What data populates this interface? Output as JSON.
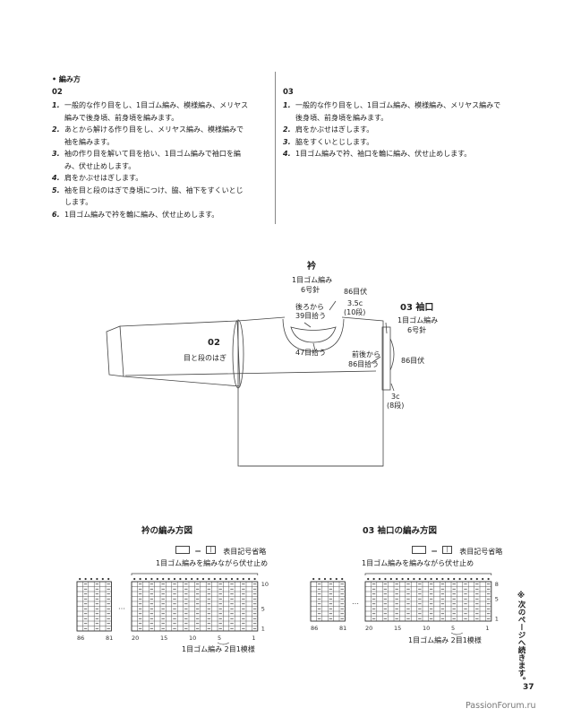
{
  "instructions": {
    "heading": "• 編み方",
    "col02": {
      "title": "02",
      "steps": [
        {
          "n": "1.",
          "lines": [
            "一般的な作り目をし、1目ゴム編み、模様編み、メリヤス",
            "編みで後身頃、前身頃を編みます。"
          ]
        },
        {
          "n": "2.",
          "lines": [
            "あとから解ける作り目をし、メリヤス編み、模様編みで",
            "袖を編みます。"
          ]
        },
        {
          "n": "3.",
          "lines": [
            "袖の作り目を解いて目を拾い、1目ゴム編みで袖口を編",
            "み、伏せ止めします。"
          ]
        },
        {
          "n": "4.",
          "lines": [
            "肩をかぶせはぎします。"
          ]
        },
        {
          "n": "5.",
          "lines": [
            "袖を目と段のはぎで身頃につけ、脇、袖下をすくいとじ",
            "します。"
          ]
        },
        {
          "n": "6.",
          "lines": [
            "1目ゴム編みで衿を輪に編み、伏せ止めします。"
          ]
        }
      ]
    },
    "col03": {
      "title": "03",
      "steps": [
        {
          "n": "1.",
          "lines": [
            "一般的な作り目をし、1目ゴム編み、模様編み、メリヤス編みで",
            "後身頃、前身頃を編みます。"
          ]
        },
        {
          "n": "2.",
          "lines": [
            "肩をかぶせはぎします。"
          ]
        },
        {
          "n": "3.",
          "lines": [
            "脇をすくいとじします。"
          ]
        },
        {
          "n": "4.",
          "lines": [
            "1目ゴム編みで衿、袖口を輪に編み、伏せ止めします。"
          ]
        }
      ]
    }
  },
  "diagram": {
    "collar_title": "衿",
    "collar_sub1": "1目ゴム編み",
    "collar_sub2": "6号針",
    "collar_stitches": "86目伏",
    "collar_width": "3.5c",
    "collar_rows": "(10段)",
    "back_pickup_1": "後ろから",
    "back_pickup_2": "39目拾う",
    "front_pickup": "47目拾う",
    "sleeve_label": "02",
    "sleeve_note": "目と段のはぎ",
    "cuff_title": "03 袖口",
    "cuff_sub1": "1目ゴム編み",
    "cuff_sub2": "6号針",
    "cuff_pickup_1": "前後から",
    "cuff_pickup_2": "86目拾う",
    "cuff_stitches": "86目伏",
    "cuff_width": "3c",
    "cuff_rows": "(8段)"
  },
  "charts": {
    "left": {
      "title": "衿の編み方図",
      "legend_eq": "＝",
      "legend_text": "表目記号省略",
      "bind_off_note": "1目ゴム編みを編みながら伏せ止め",
      "row_ticks": [
        "10",
        "5",
        "1"
      ],
      "col_ticks_a": [
        "86",
        "81"
      ],
      "col_ticks_b": [
        "20",
        "15",
        "10",
        "5",
        "1"
      ],
      "repeat_note": "1目ゴム編み 2目1模様"
    },
    "right": {
      "title": "03 袖口の編み方図",
      "legend_eq": "＝",
      "legend_text": "表目記号省略",
      "bind_off_note": "1目ゴム編みを編みながら伏せ止め",
      "row_ticks": [
        "8",
        "5",
        "1"
      ],
      "col_ticks_a": [
        "86",
        "81"
      ],
      "col_ticks_b": [
        "20",
        "15",
        "10",
        "5",
        "1"
      ],
      "repeat_note": "1目ゴム編み 2目1模様"
    }
  },
  "side_note": "※次のページへ続きます。",
  "page_number": "37",
  "watermark": "PassionForum.ru"
}
